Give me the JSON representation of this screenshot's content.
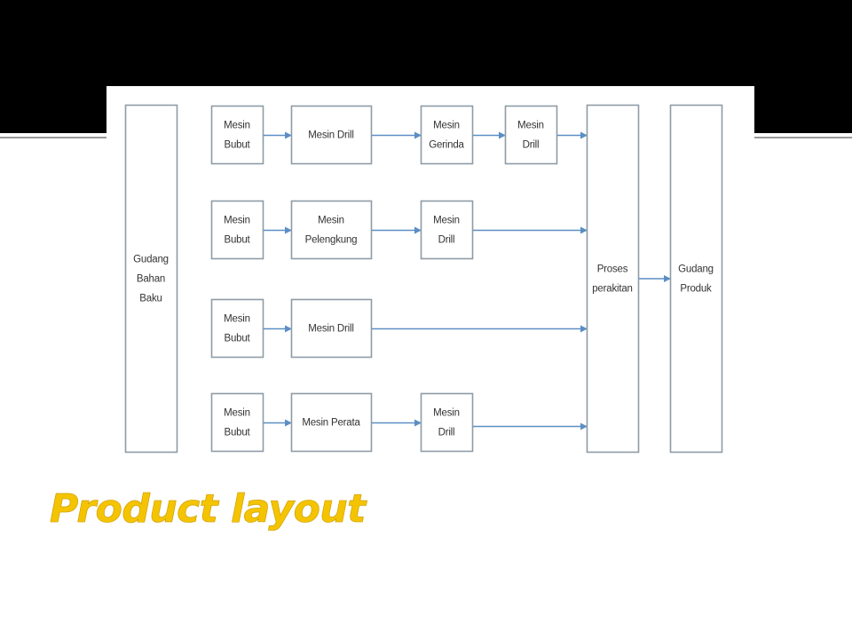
{
  "slide": {
    "title": "Product layout",
    "title_color": "#f5c400"
  },
  "diagram": {
    "colors": {
      "box_border": "#8e9ba6",
      "arrow": "#5b8fc4"
    },
    "source": {
      "id": "gudang-bahan-baku",
      "lines": [
        "Gudang",
        "Bahan",
        "Baku"
      ]
    },
    "rows": [
      {
        "steps": [
          {
            "id": "r1-bubut",
            "lines": [
              "Mesin",
              "Bubut"
            ]
          },
          {
            "id": "r1-drill",
            "lines": [
              "Mesin Drill"
            ]
          },
          {
            "id": "r1-gerinda",
            "lines": [
              "Mesin",
              "Gerinda"
            ]
          },
          {
            "id": "r1-drill2",
            "lines": [
              "Mesin",
              "Drill"
            ]
          }
        ]
      },
      {
        "steps": [
          {
            "id": "r2-bubut",
            "lines": [
              "Mesin",
              "Bubut"
            ]
          },
          {
            "id": "r2-pelengkung",
            "lines": [
              "Mesin",
              "Pelengkung"
            ]
          },
          {
            "id": "r2-drill",
            "lines": [
              "Mesin",
              "Drill"
            ]
          }
        ]
      },
      {
        "steps": [
          {
            "id": "r3-bubut",
            "lines": [
              "Mesin",
              "Bubut"
            ]
          },
          {
            "id": "r3-drill",
            "lines": [
              "Mesin Drill"
            ]
          }
        ]
      },
      {
        "steps": [
          {
            "id": "r4-bubut",
            "lines": [
              "Mesin",
              "Bubut"
            ]
          },
          {
            "id": "r4-perata",
            "lines": [
              "Mesin Perata"
            ]
          },
          {
            "id": "r4-drill",
            "lines": [
              "Mesin",
              "Drill"
            ]
          }
        ]
      }
    ],
    "assembly": {
      "id": "proses-perakitan",
      "lines": [
        "Proses",
        "perakitan"
      ]
    },
    "sink": {
      "id": "gudang-produk",
      "lines": [
        "Gudang",
        "Produk"
      ]
    }
  }
}
